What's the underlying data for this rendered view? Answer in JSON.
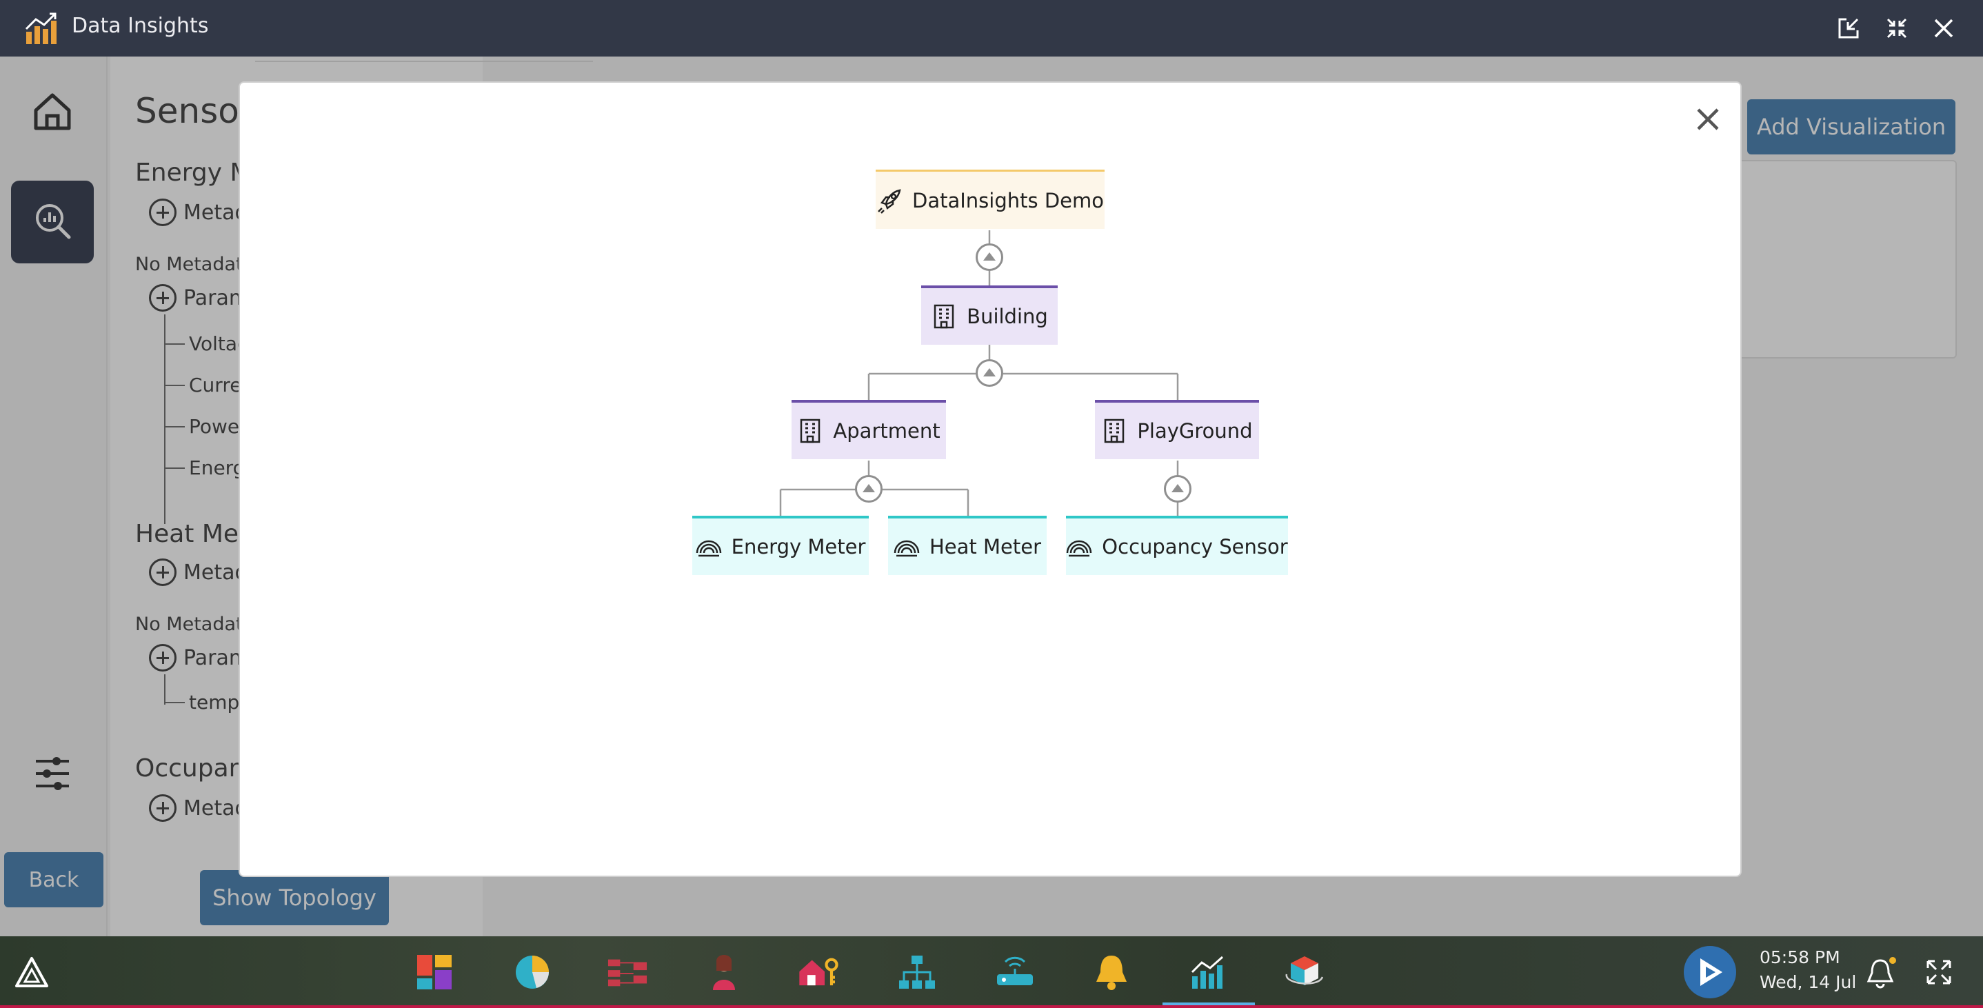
{
  "window": {
    "title": "Data Insights"
  },
  "nav": {
    "back_label": "Back"
  },
  "sensor_panel": {
    "heading": "Sensor",
    "sections": [
      {
        "title": "Energy M",
        "metadata_label": "Metad",
        "no_metadata": "No Metadata",
        "parameters_label": "Param",
        "parameters": [
          "Voltag",
          "Curren",
          "Powe",
          "Energ"
        ]
      },
      {
        "title": "Heat Mete",
        "metadata_label": "Metad",
        "no_metadata": "No Metadata",
        "parameters_label": "Param",
        "parameters": [
          "temp"
        ]
      },
      {
        "title": "Occupanc",
        "metadata_label": "Metad"
      }
    ],
    "show_topology_label": "Show Topology"
  },
  "main": {
    "add_visualization_label": "Add Visualization"
  },
  "topology": {
    "root": "DataInsights Demo",
    "building": "Building",
    "apartment": "Apartment",
    "playground": "PlayGround",
    "energy_meter": "Energy Meter",
    "heat_meter": "Heat Meter",
    "occupancy_sensor": "Occupancy Sensor"
  },
  "taskbar": {
    "time": "05:58 PM",
    "date": "Wed, 14 Jul",
    "apps": [
      "dashboard-icon",
      "pie-chart-icon",
      "flow-icon",
      "user-icon",
      "smart-home-icon",
      "hierarchy-icon",
      "router-icon",
      "alarm-bell-icon",
      "data-insights-icon",
      "3d-box-icon"
    ]
  },
  "colors": {
    "primary": "#2a6ca4",
    "nav_active": "#131c33",
    "titlebar": "#323847",
    "building_accent": "#6b4fa8",
    "sensor_accent": "#2fc7c7",
    "root_accent": "#f4c96a"
  }
}
